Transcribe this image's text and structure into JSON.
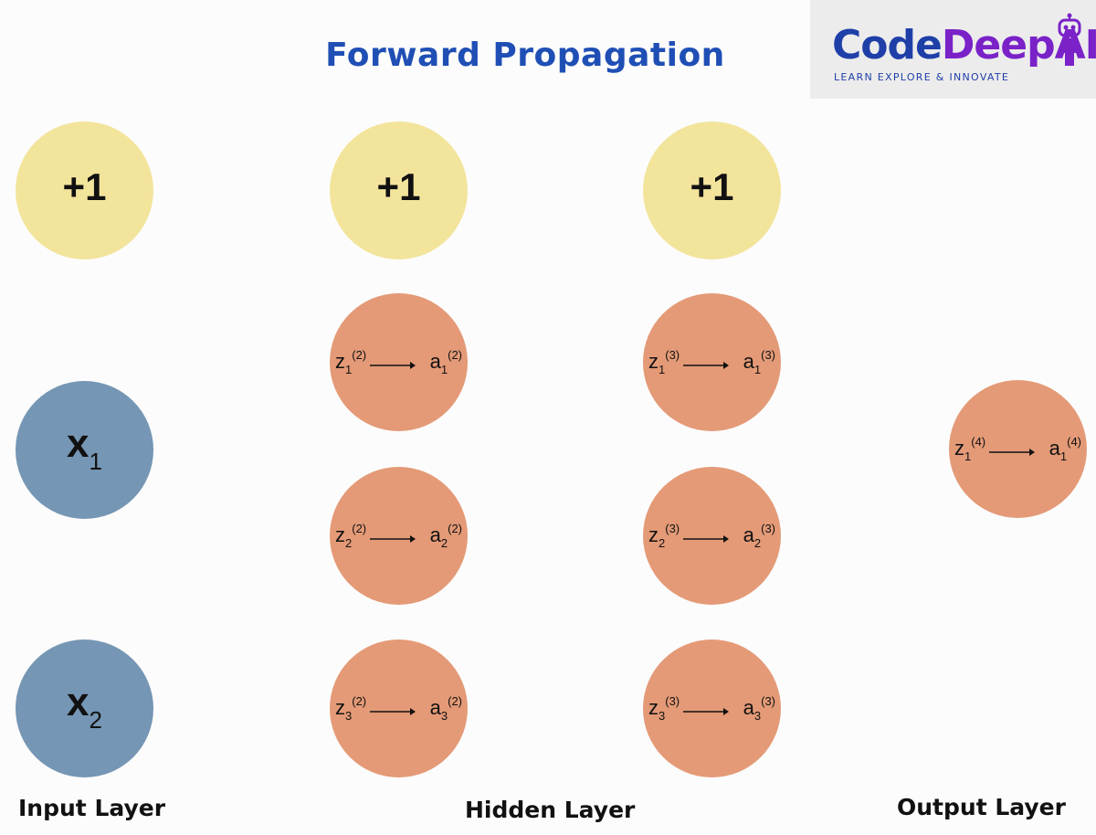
{
  "title": "Forward Propagation",
  "logo": {
    "part1": "Code",
    "part2": "DeepAI",
    "tagline": "LEARN  EXPLORE  &  INNOVATE",
    "icon": "robot-icon"
  },
  "colors": {
    "bias": "#f3e49c",
    "input": "#7596b4",
    "neuron": "#e49a77",
    "title": "#1f4fb5"
  },
  "input_layer": {
    "bias": "+1",
    "nodes": [
      {
        "var": "x",
        "index": "1"
      },
      {
        "var": "x",
        "index": "2"
      }
    ]
  },
  "hidden_layers": [
    {
      "bias": "+1",
      "neurons": [
        {
          "z": "z",
          "zi": "1",
          "zl": "(2)",
          "a": "a",
          "ai": "1",
          "al": "(2)"
        },
        {
          "z": "z",
          "zi": "2",
          "zl": "(2)",
          "a": "a",
          "ai": "2",
          "al": "(2)"
        },
        {
          "z": "z",
          "zi": "3",
          "zl": "(2)",
          "a": "a",
          "ai": "3",
          "al": "(2)"
        }
      ]
    },
    {
      "bias": "+1",
      "neurons": [
        {
          "z": "z",
          "zi": "1",
          "zl": "(3)",
          "a": "a",
          "ai": "1",
          "al": "(3)"
        },
        {
          "z": "z",
          "zi": "2",
          "zl": "(3)",
          "a": "a",
          "ai": "2",
          "al": "(3)"
        },
        {
          "z": "z",
          "zi": "3",
          "zl": "(3)",
          "a": "a",
          "ai": "3",
          "al": "(3)"
        }
      ]
    }
  ],
  "output_layer": {
    "neurons": [
      {
        "z": "z",
        "zi": "1",
        "zl": "(4)",
        "a": "a",
        "ai": "1",
        "al": "(4)"
      }
    ]
  },
  "labels": {
    "input": "Input Layer",
    "hidden": "Hidden Layer",
    "output": "Output Layer"
  }
}
